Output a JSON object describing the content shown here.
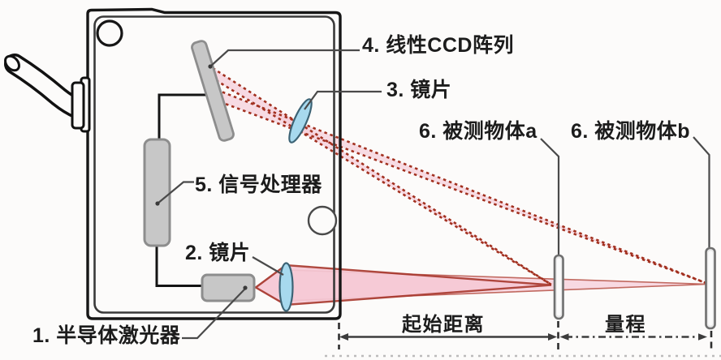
{
  "diagram": {
    "labels": {
      "laser": "1. 半导体激光器",
      "lens_emitter": "2. 镜片",
      "lens_receiver": "3. 镜片",
      "ccd": "4. 线性CCD阵列",
      "processor": "5. 信号处理器",
      "object_a": "6. 被测物体a",
      "object_b": "6. 被测物体b",
      "start_distance": "起始距离",
      "range": "量程"
    },
    "colors": {
      "housing_outline": "#161616",
      "housing_inner_outline": "#3a3a3a",
      "component_fill": "#c7c7c7",
      "component_border": "#8d8d8d",
      "lens_fill": "#a7d9ee",
      "lens_border": "#3c6375",
      "beam_fill": "#f6c9d6",
      "beam_edge": "#a93a30",
      "dotted_beam_edge": "#a2301f",
      "dotted_beam_fill": "#f5cdd9",
      "leader_line": "#4a4a4a",
      "dimension_line": "#3c3c3c",
      "text": "#1c1c1c"
    }
  }
}
